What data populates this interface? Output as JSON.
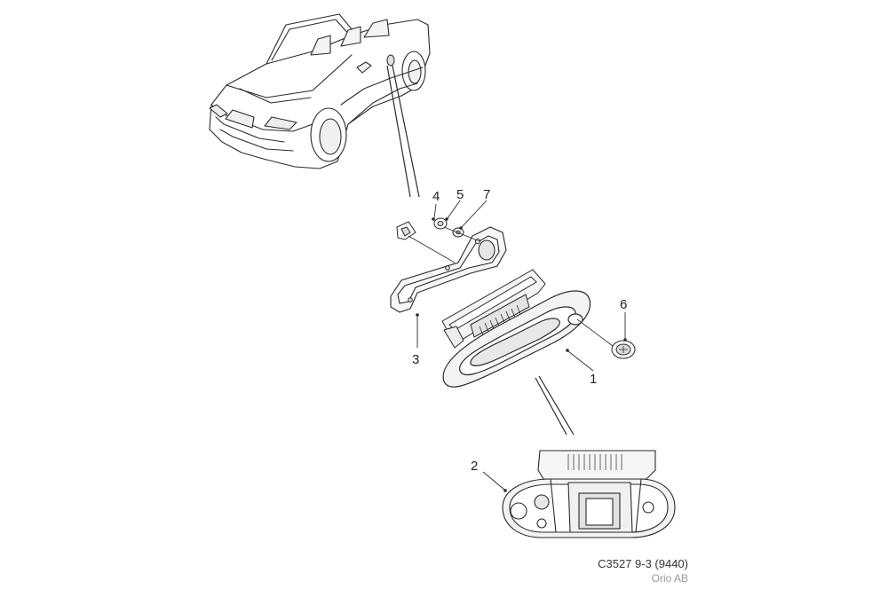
{
  "callouts": [
    {
      "id": "c1",
      "label": "1"
    },
    {
      "id": "c2",
      "label": "2"
    },
    {
      "id": "c3",
      "label": "3"
    },
    {
      "id": "c4",
      "label": "4"
    },
    {
      "id": "c5",
      "label": "5"
    },
    {
      "id": "c6",
      "label": "6"
    },
    {
      "id": "c7",
      "label": "7"
    }
  ],
  "caption": {
    "code": "C3527 9-3 (9440)",
    "owner": "Orio AB"
  },
  "colors": {
    "line": "#2a2a2a",
    "part_fill": "#f3f3f3",
    "shade": "#dcdcdc"
  }
}
